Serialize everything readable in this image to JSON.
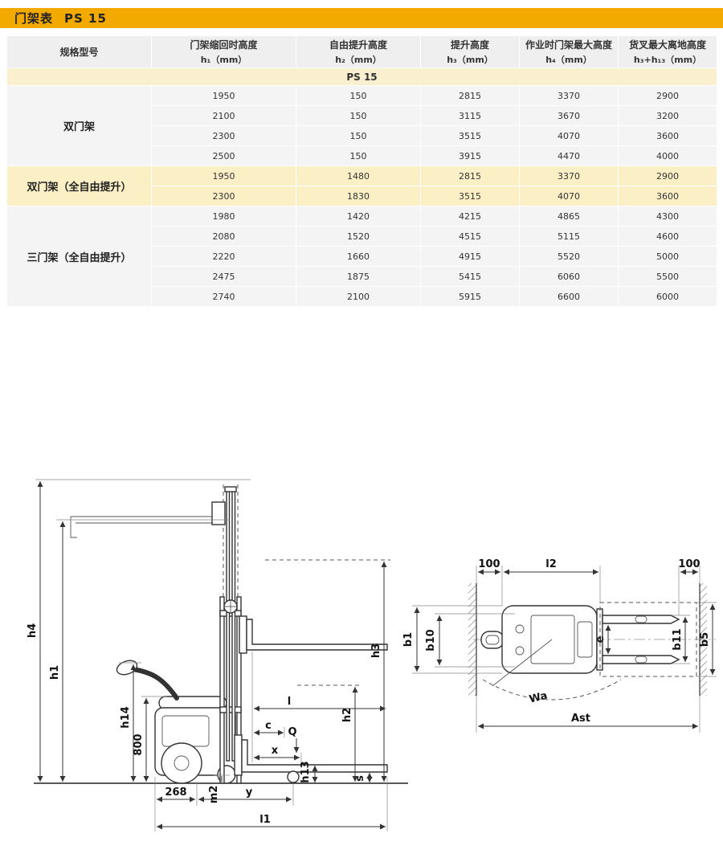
{
  "header": {
    "title": "门架表",
    "model": "PS 15"
  },
  "table": {
    "headers": [
      {
        "line1": "规格型号",
        "line2": ""
      },
      {
        "line1": "门架缩回时高度",
        "line2": "h₁（mm）"
      },
      {
        "line1": "自由提升高度",
        "line2": "h₂（mm）"
      },
      {
        "line1": "提升高度",
        "line2": "h₃（mm）"
      },
      {
        "line1": "作业时门架最大高度",
        "line2": "h₄（mm）"
      },
      {
        "line1": "货叉最大离地高度",
        "line2": "h₃+h₁₃（mm）"
      }
    ],
    "model_row": "PS 15",
    "groups": [
      {
        "name": "双门架",
        "rows": [
          [
            "1950",
            "150",
            "2815",
            "3370",
            "2900"
          ],
          [
            "2100",
            "150",
            "3115",
            "3670",
            "3200"
          ],
          [
            "2300",
            "150",
            "3515",
            "4070",
            "3600"
          ],
          [
            "2500",
            "150",
            "3915",
            "4470",
            "4000"
          ]
        ]
      },
      {
        "name": "双门架（全自由提升）",
        "rows": [
          [
            "1950",
            "1480",
            "2815",
            "3370",
            "2900"
          ],
          [
            "2300",
            "1830",
            "3515",
            "4070",
            "3600"
          ]
        ]
      },
      {
        "name": "三门架（全自由提升）",
        "rows": [
          [
            "1980",
            "1420",
            "4215",
            "4865",
            "4300"
          ],
          [
            "2080",
            "1520",
            "4515",
            "5115",
            "4600"
          ],
          [
            "2220",
            "1660",
            "4915",
            "5520",
            "5000"
          ],
          [
            "2475",
            "1875",
            "5415",
            "6060",
            "5500"
          ],
          [
            "2740",
            "2100",
            "5915",
            "6600",
            "6000"
          ]
        ]
      }
    ]
  },
  "side_view": {
    "labels": {
      "h4": "h4",
      "h1": "h1",
      "h14": "h14",
      "d800": "800",
      "d268": "268",
      "m2": "m2",
      "y": "y",
      "l1": "l1",
      "l": "l",
      "c": "c",
      "Q": "Q",
      "x": "x",
      "h13": "h13",
      "s": "s",
      "h2": "h2",
      "h3": "h3"
    }
  },
  "top_view": {
    "labels": {
      "left100": "100",
      "l2": "l2",
      "right100": "100",
      "b1": "b1",
      "b10": "b10",
      "b11": "b11",
      "b5": "b5",
      "e": "e",
      "Wa": "Wa",
      "Ast": "Ast"
    }
  },
  "colors": {
    "accent": "#F2A900",
    "header_bg": "#EFEFEF",
    "row_bg": "#F4F4F4",
    "highlight_row_bg": "#FBEFC6",
    "model_row_bg": "#FAF0CF"
  }
}
